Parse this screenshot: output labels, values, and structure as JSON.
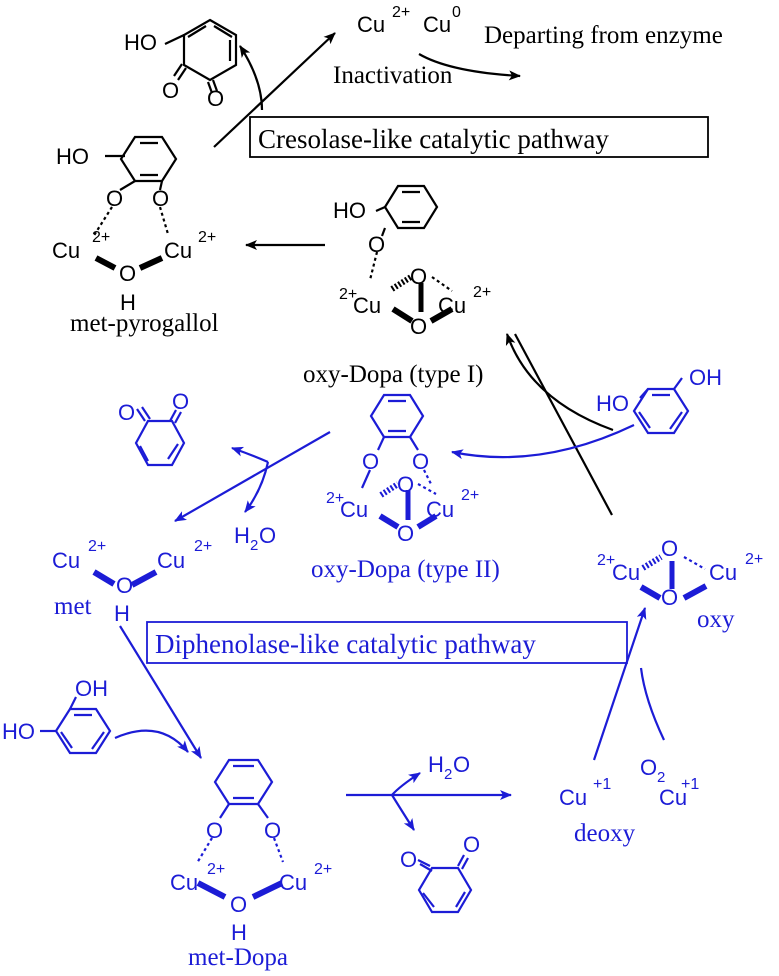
{
  "colors": {
    "black": "#000000",
    "blue": "#1c1cd6"
  },
  "labels": {
    "departing": "Departing from enzyme",
    "inactivation": "Inactivation",
    "cresolase": "Cresolase-like catalytic pathway",
    "diphenolase": "Diphenolase-like catalytic pathway",
    "met_pyrogallol": "met-pyrogallol",
    "oxy_dopa_1": "oxy-Dopa (type I)",
    "oxy_dopa_2": "oxy-Dopa (type II)",
    "met": "met",
    "oxy": "oxy",
    "deoxy": "deoxy",
    "met_dopa": "met-Dopa"
  },
  "atoms": {
    "cu": "Cu",
    "o": "O",
    "h": "H",
    "ho": "HO",
    "oh": "OH",
    "h2o": "H",
    "h2o_sub": "2",
    "h2o_o": "O",
    "o2": "O",
    "o2_sub": "2",
    "ch2": "2+",
    "ch0": "0",
    "ch1": "+1"
  }
}
